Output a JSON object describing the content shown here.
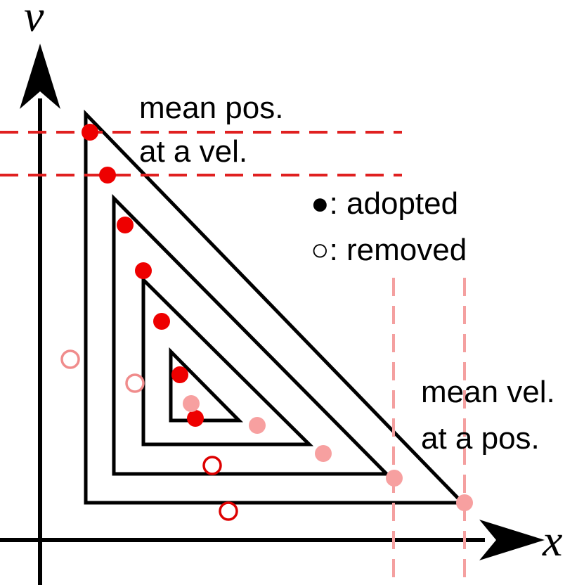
{
  "axes": {
    "x_label": "x",
    "v_label": "v"
  },
  "annotations": {
    "mean_pos_line1": "mean pos.",
    "mean_pos_line2": "at a vel.",
    "mean_vel_line1": "mean vel.",
    "mean_vel_line2": "at a pos."
  },
  "legend": {
    "adopted_label": "●: adopted",
    "removed_label": "○: removed"
  },
  "colors": {
    "outline": "#000000",
    "adopted_strong": "#ee0000",
    "adopted_light": "#f7a0a0",
    "removed_strong": "#dd0000",
    "removed_light": "#f08c8c",
    "dash_strong": "#e02020",
    "dash_light": "#f4a0a0"
  },
  "triangles": [
    {
      "level": 1
    },
    {
      "level": 2
    },
    {
      "level": 3
    },
    {
      "level": 4
    }
  ],
  "adopted_points": [
    {
      "tone": "strong"
    },
    {
      "tone": "strong"
    },
    {
      "tone": "strong"
    },
    {
      "tone": "strong"
    },
    {
      "tone": "strong"
    },
    {
      "tone": "strong"
    },
    {
      "tone": "strong"
    },
    {
      "tone": "light"
    },
    {
      "tone": "light"
    },
    {
      "tone": "light"
    },
    {
      "tone": "light"
    },
    {
      "tone": "light"
    }
  ],
  "removed_points": [
    {
      "tone": "light"
    },
    {
      "tone": "light"
    },
    {
      "tone": "strong"
    },
    {
      "tone": "strong"
    }
  ]
}
